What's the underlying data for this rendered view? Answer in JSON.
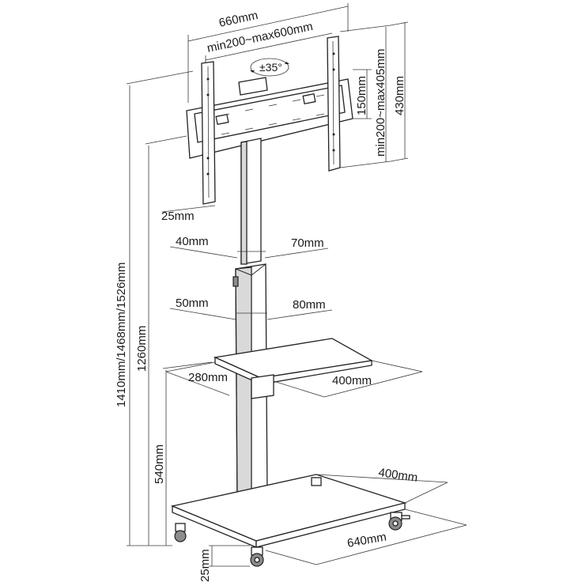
{
  "labels": {
    "overall_width": "660mm",
    "vesa_width": "min200~max600mm",
    "tilt": "±35°",
    "bracket_height": "150mm",
    "vesa_height": "min200~max405mm",
    "overall_height_bracket": "430mm",
    "arm_width": "25mm",
    "upper_pole_a": "40mm",
    "upper_pole_b": "70mm",
    "lower_pole_a": "50mm",
    "lower_pole_b": "80mm",
    "shelf_depth": "280mm",
    "shelf_width": "400mm",
    "total_height": "1410mm/1468mm/1526mm",
    "shelf_height": "1260mm",
    "base_to_shelf": "540mm",
    "base_depth": "400mm",
    "base_width": "640mm",
    "wheel_height": "25mm"
  }
}
